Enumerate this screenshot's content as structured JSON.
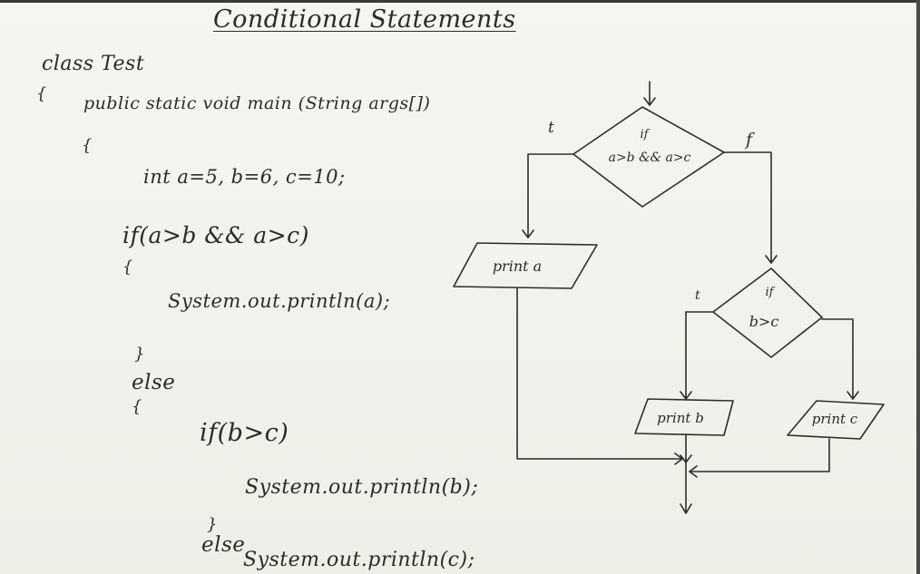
{
  "title": "Conditional Statements",
  "code": {
    "class_line": "class Test",
    "brace_open_1": "{",
    "main_sig": "public static void main (String args[])",
    "brace_open_2": "{",
    "decl": "int  a=5, b=6, c=10;",
    "if_line": "if(a>b && a>c)",
    "brace_open_3": "{",
    "print_a": "System.out.println(a);",
    "brace_close_3": "}",
    "else_line": "else",
    "brace_open_4": "{",
    "if_b": "if(b>c)",
    "print_b": "System.out.println(b);",
    "brace_close_4": "}",
    "else_2": "else",
    "print_c": "System.out.println(c);"
  },
  "flowchart": {
    "decision1_if": "if",
    "decision1_cond": "a>b && a>c",
    "true_label_1": "t",
    "false_label_1": "f",
    "print_a": "print a",
    "decision2_if": "if",
    "decision2_cond": "b>c",
    "true_label_2": "t",
    "print_b": "print b",
    "print_c": "print c"
  }
}
